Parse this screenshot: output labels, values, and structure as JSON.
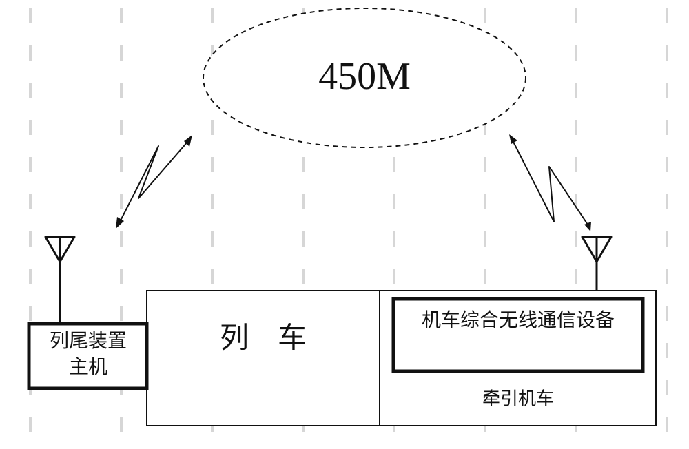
{
  "network": {
    "label": "450M"
  },
  "tail_unit": {
    "line1": "列尾装置",
    "line2": "主机"
  },
  "train": {
    "label": "列　车"
  },
  "locomotive": {
    "device_label": "机车综合无线通信设备",
    "label": "牵引机车"
  },
  "colors": {
    "stroke": "#111111",
    "grid_dash": "#d6d6d6",
    "background": "#ffffff"
  }
}
